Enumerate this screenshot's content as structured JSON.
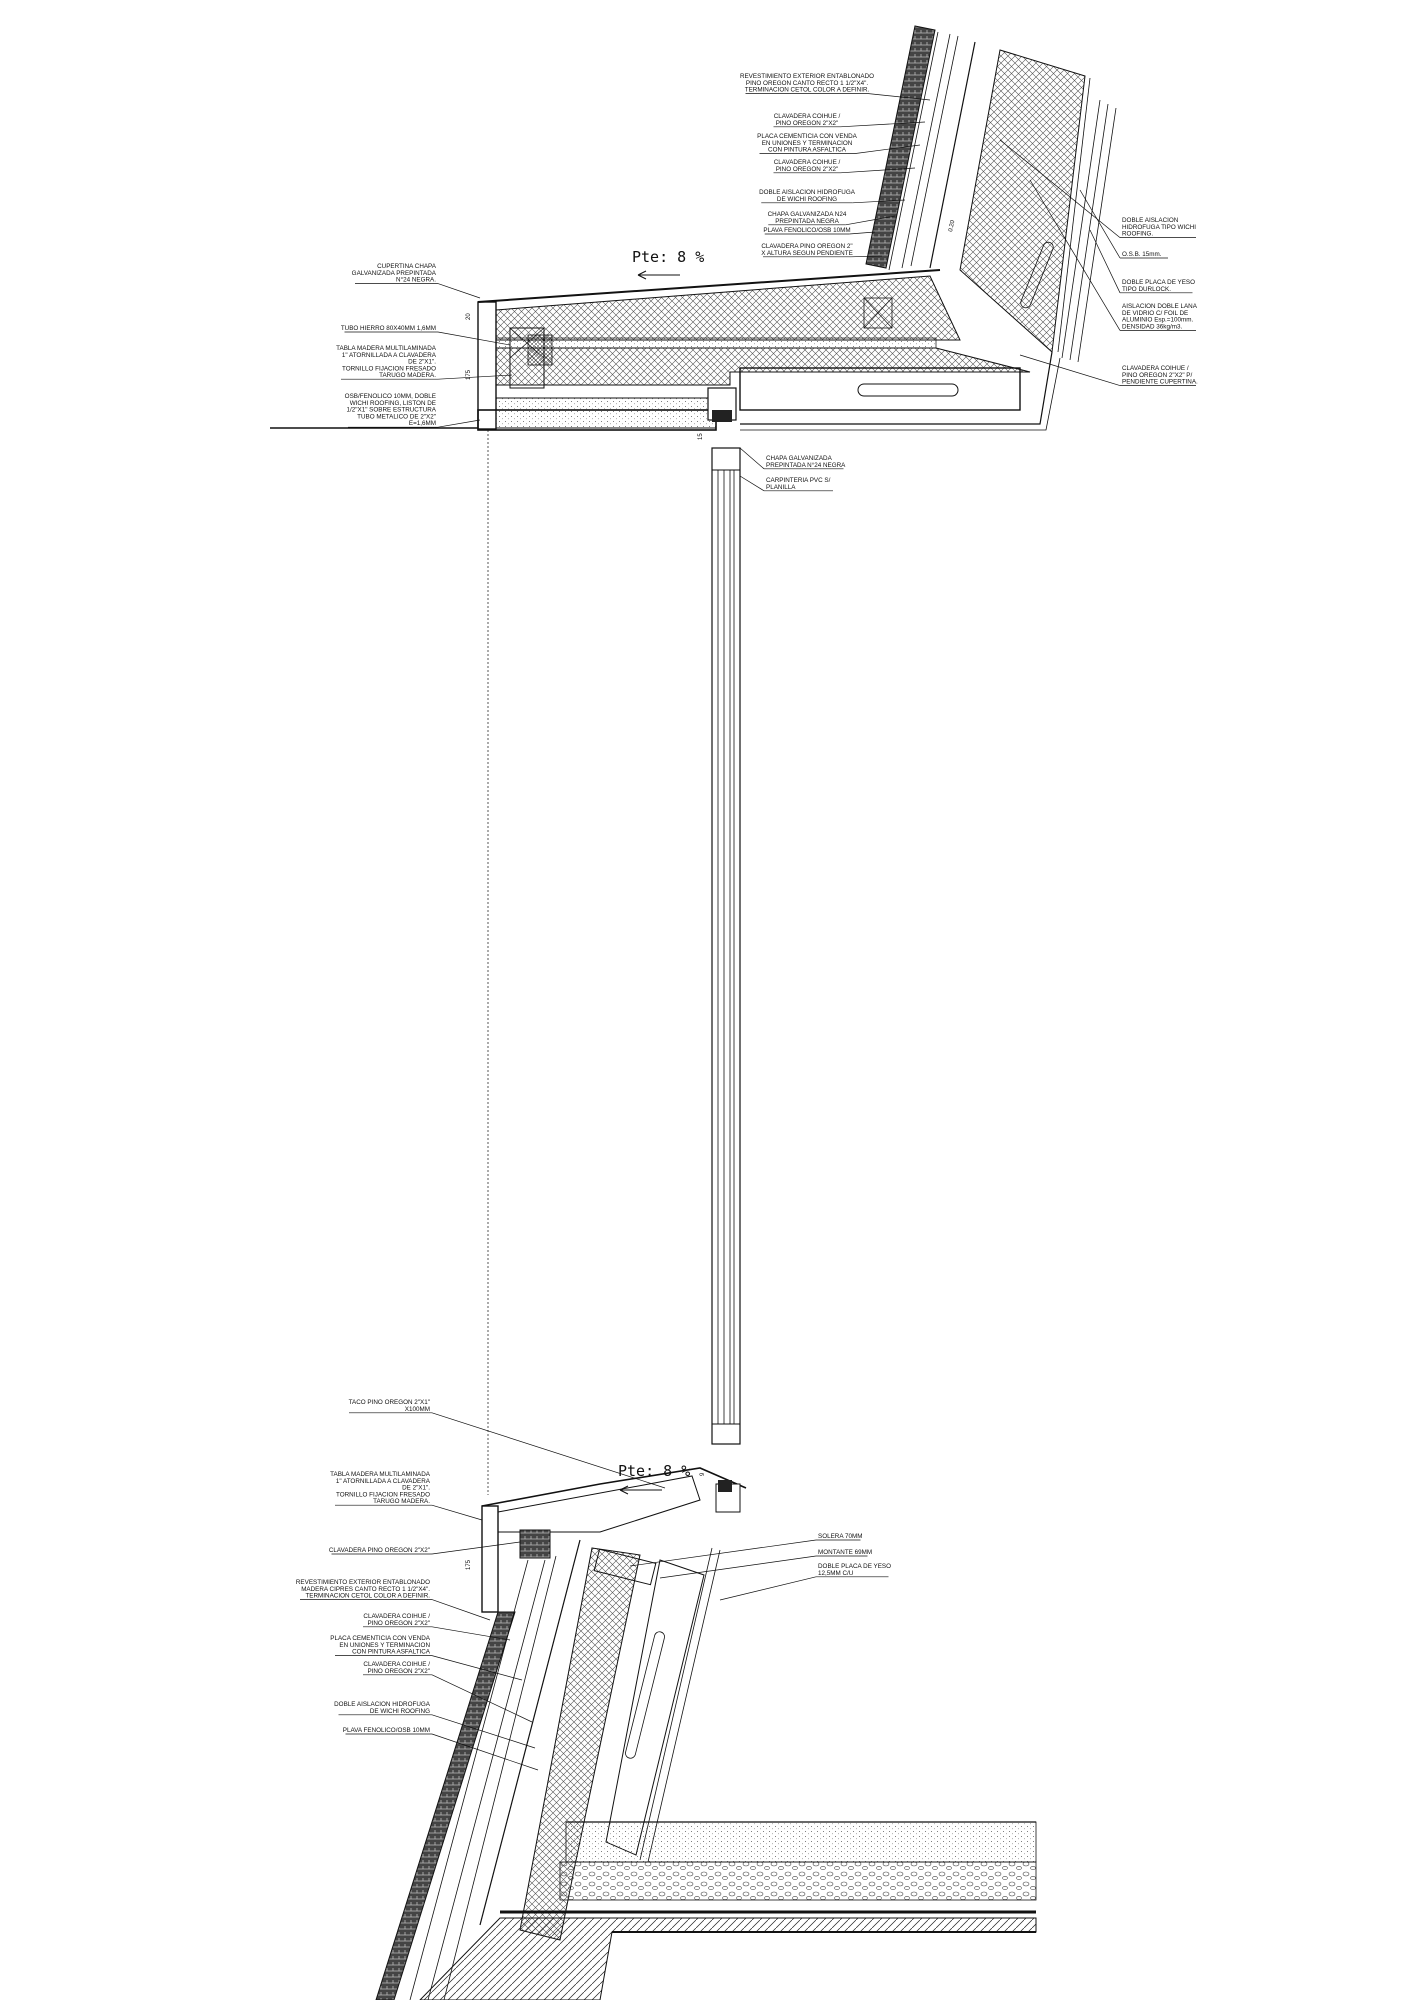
{
  "drawing": {
    "type": "constructive wall section detail",
    "colors": {
      "ink": "#111111",
      "paper": "#ffffff",
      "insulation_hatch": "#555555"
    }
  },
  "slopes": {
    "upper": "Pte: 8 %",
    "lower": "Pte: 8 %"
  },
  "labels_top_right": [
    [
      "REVESTIMIENTO EXTERIOR ENTABLONADO",
      "PINO OREGON CANTO RECTO 1 1/2\"X4\".",
      "TERMINACION CETOL COLOR A DEFINIR."
    ],
    [
      "CLAVADERA COIHUE /",
      "PINO OREGON 2\"X2\""
    ],
    [
      "PLACA CEMENTICIA CON VENDA",
      "EN UNIONES Y TERMINACION",
      "CON PINTURA ASFALTICA"
    ],
    [
      "CLAVADERA COIHUE /",
      "PINO OREGON 2\"X2\""
    ],
    [
      "DOBLE AISLACION HIDROFUGA",
      "DE WICHI ROOFING"
    ],
    [
      "CHAPA GALVANIZADA N24",
      "PREPINTADA NEGRA"
    ],
    [
      "PLAVA FENOLICO/OSB 10MM"
    ],
    [
      "CLAVADERA PINO OREGON 2\"",
      "X ALTURA SEGUN PENDIENTE"
    ]
  ],
  "labels_far_right": [
    [
      "DOBLE AISLACION",
      "HIDROFUGA TIPO WICHI",
      "ROOFING."
    ],
    [
      "O.S.B. 15mm."
    ],
    [
      "DOBLE PLACA DE YESO",
      "TIPO DURLOCK."
    ],
    [
      "AISLACION DOBLE LANA",
      "DE VIDRIO C/ FOIL DE",
      "ALUMINIO Esp.=100mm.",
      "DENSIDAD 36kg/m3."
    ],
    [
      "CLAVADERA COIHUE /",
      "PINO OREGON 2\"X2\" P/",
      "PENDIENTE CUPERTINA."
    ]
  ],
  "labels_top_left": [
    [
      "CUPERTINA CHAPA",
      "GALVANIZADA PREPINTADA",
      "N°24 NEGRA."
    ],
    [
      "TUBO HIERRO 80X40MM 1,6MM"
    ],
    [
      "TABLA MADERA MULTILAMINADA",
      "1\" ATORNILLADA A CLAVADERA",
      "DE 2\"X1\".",
      "TORNILLO FIJACION FRESADO",
      "TARUGO MADERA."
    ],
    [
      "OSB/FENOLICO 10MM, DOBLE",
      "WICHI ROOFING, LISTON DE",
      "1/2\"X1\" SOBRE ESTRUCTURA",
      "TUBO METALICO DE 2\"X2\"",
      "E=1,6MM"
    ]
  ],
  "labels_window": [
    [
      "CHAPA GALVANIZADA",
      "PREPINTADA N°24 NEGRA"
    ],
    [
      "CARPINTERIA PVC S/",
      "PLANILLA"
    ]
  ],
  "labels_bottom_left": [
    [
      "TACO PINO OREGON 2\"X1\"",
      "X100MM"
    ],
    [
      "TABLA MADERA MULTILAMINADA",
      "1\" ATORNILLADA A CLAVADERA",
      "DE 2\"X1\".",
      "TORNILLO FIJACION FRESADO",
      "TARUGO MADERA."
    ],
    [
      "CLAVADERA PINO OREGON 2\"X2\""
    ],
    [
      "REVESTIMIENTO EXTERIOR ENTABLONADO",
      "MADERA CIPRES CANTO RECTO 1 1/2\"X4\".",
      "TERMINACION CETOL COLOR A DEFINIR."
    ],
    [
      "CLAVADERA COIHUE /",
      "PINO OREGON 2\"X2\""
    ],
    [
      "PLACA CEMENTICIA CON VENDA",
      "EN UNIONES Y TERMINACION",
      "CON PINTURA ASFALTICA"
    ],
    [
      "CLAVADERA COIHUE /",
      "PINO OREGON 2\"X2\""
    ],
    [
      "DOBLE AISLACION HIDROFUGA",
      "DE WICHI ROOFING"
    ],
    [
      "PLAVA FENOLICO/OSB 10MM"
    ]
  ],
  "labels_bottom_right": [
    [
      "SOLERA 70MM"
    ],
    [
      "MONTANTE 69MM"
    ],
    [
      "DOBLE PLACA DE YESO",
      "12,5MM C/U"
    ]
  ],
  "dimensions": {
    "top_upper": "20",
    "top_side": "175",
    "window_gap": "15",
    "bottom_small": "9",
    "bottom_side": "175",
    "top_right_diag": "0.20"
  }
}
